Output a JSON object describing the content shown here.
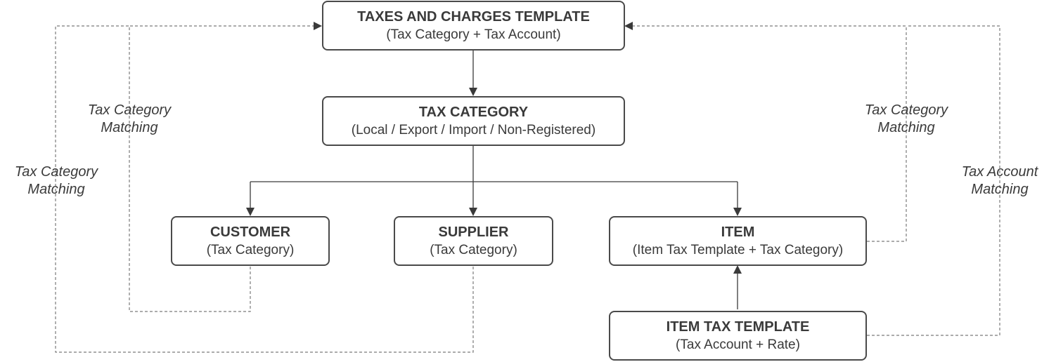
{
  "boxes": {
    "taxes_template": {
      "title": "TAXES AND CHARGES TEMPLATE",
      "subtitle": "(Tax Category + Tax Account)"
    },
    "tax_category": {
      "title": "TAX CATEGORY",
      "subtitle": "(Local / Export / Import / Non-Registered)"
    },
    "customer": {
      "title": "CUSTOMER",
      "subtitle": "(Tax Category)"
    },
    "supplier": {
      "title": "SUPPLIER",
      "subtitle": "(Tax Category)"
    },
    "item": {
      "title": "ITEM",
      "subtitle": "(Item Tax Template + Tax Category)"
    },
    "item_tax_template": {
      "title": "ITEM TAX TEMPLATE",
      "subtitle": "(Tax Account + Rate)"
    }
  },
  "labels": {
    "left_inner": {
      "line1": "Tax Category",
      "line2": "Matching"
    },
    "left_outer": {
      "line1": "Tax Category",
      "line2": "Matching"
    },
    "right_inner": {
      "line1": "Tax Category",
      "line2": "Matching"
    },
    "right_outer": {
      "line1": "Tax Account",
      "line2": "Matching"
    }
  },
  "colors": {
    "box_border": "#4a4a4a",
    "solid_connector": "#3a3a3a",
    "dashed_connector": "#7a7a7a",
    "text": "#3a3a3a"
  }
}
